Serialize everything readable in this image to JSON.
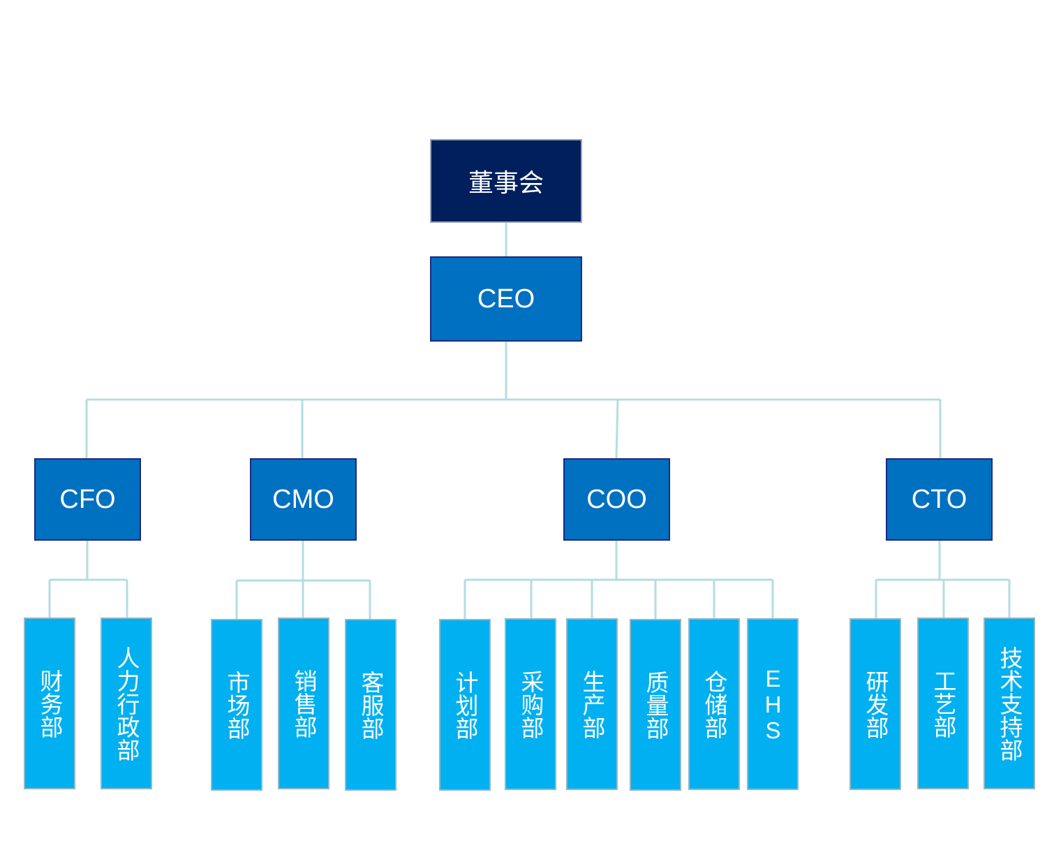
{
  "org_chart": {
    "board": "董事会",
    "ceo": "CEO",
    "executives": [
      {
        "title": "CFO",
        "departments": [
          "财务部",
          "人力行政部"
        ]
      },
      {
        "title": "CMO",
        "departments": [
          "市场部",
          "销售部",
          "客服部"
        ]
      },
      {
        "title": "COO",
        "departments": [
          "计划部",
          "采购部",
          "生产部",
          "质量部",
          "仓储部",
          "EHS"
        ]
      },
      {
        "title": "CTO",
        "departments": [
          "研发部",
          "工艺部",
          "技术支持部"
        ]
      }
    ]
  },
  "colors": {
    "board_fill": "#001f5c",
    "exec_fill": "#0070c0",
    "dept_fill": "#00b0f0",
    "connector": "#b4dde2"
  }
}
